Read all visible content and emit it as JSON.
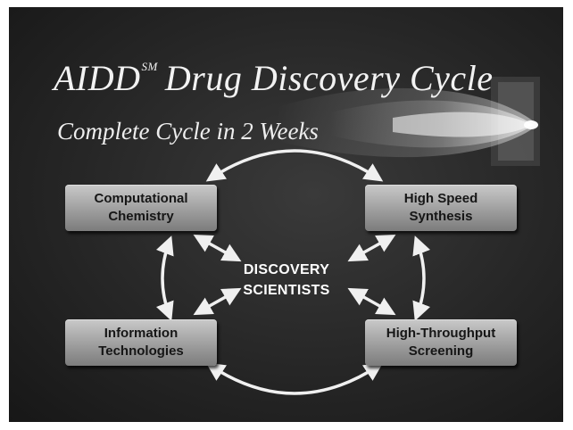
{
  "slide": {
    "title_main": "AIDD",
    "title_mark": "SM",
    "title_rest": "Drug Discovery Cycle",
    "subtitle": "Complete Cycle in 2 Weeks"
  },
  "nodes": {
    "computational_chemistry": {
      "line1": "Computational",
      "line2": "Chemistry"
    },
    "high_speed_synthesis": {
      "line1": "High Speed",
      "line2": "Synthesis"
    },
    "information_technologies": {
      "line1": "Information",
      "line2": "Technologies"
    },
    "high_throughput_screening": {
      "line1": "High-Throughput",
      "line2": "Screening"
    }
  },
  "center": {
    "line1": "DISCOVERY",
    "line2": "SCIENTISTS"
  },
  "colors": {
    "background": "#262626",
    "node_fill": "#a8a8a8",
    "arrow": "#f0f0f0",
    "text": "#f2f2f2"
  }
}
